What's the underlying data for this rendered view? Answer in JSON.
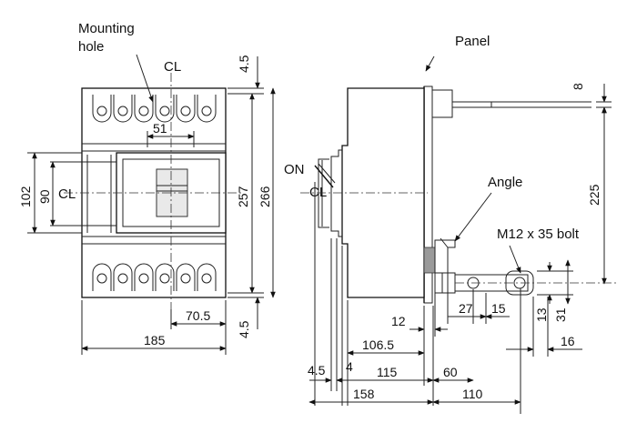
{
  "labels": {
    "mounting_hole_line1": "Mounting",
    "mounting_hole_line2": "hole",
    "panel": "Panel",
    "on": "ON",
    "angle": "Angle",
    "bolt": "M12 x 35 bolt",
    "centerline": "CL"
  },
  "dimensions": {
    "front_top_gap": "4.5",
    "front_bottom_gap": "4.5",
    "hole_pitch": "51",
    "height_257": "257",
    "height_266": "266",
    "width_102": "102",
    "width_90": "90",
    "offset_70_5": "70.5",
    "width_185": "185",
    "panel_thk": "8",
    "height_225": "225",
    "depth_12": "12",
    "bar_27": "27",
    "bar_15": "15",
    "bar_13": "13",
    "bar_31": "31",
    "bar_16": "16",
    "depth_106_5": "106.5",
    "depth_4_5": "4.5",
    "depth_4": "4",
    "depth_115": "115",
    "depth_60": "60",
    "depth_158": "158",
    "depth_110": "110"
  },
  "colors": {
    "line": "#111111",
    "shaded_part": "#9a9a9a"
  }
}
